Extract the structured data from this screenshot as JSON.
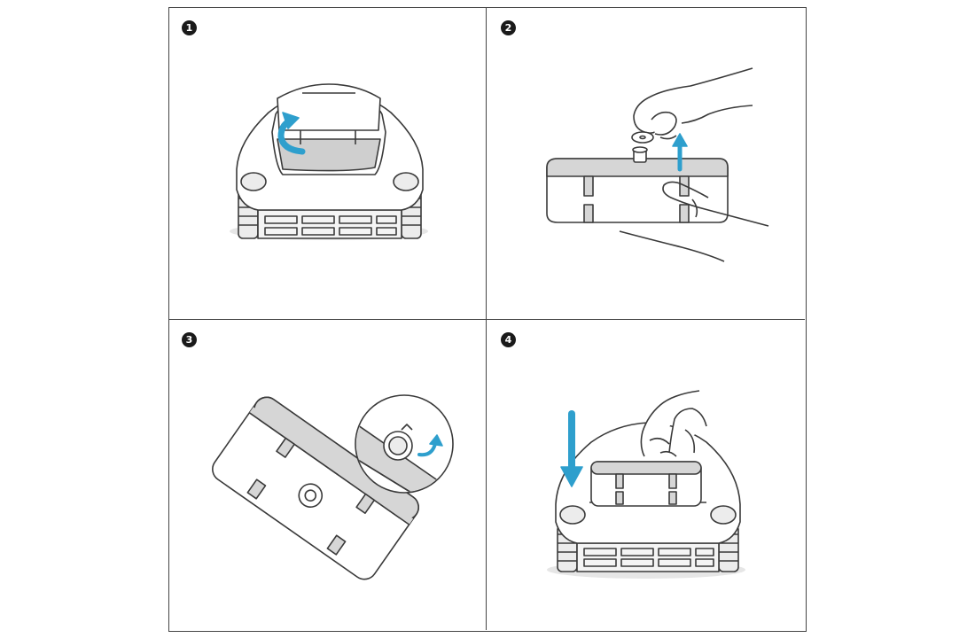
{
  "steps": [
    {
      "number": "1",
      "icon": "robot-lid-open-illustration"
    },
    {
      "number": "2",
      "icon": "filter-remove-illustration"
    },
    {
      "number": "3",
      "icon": "filter-knob-rotate-illustration"
    },
    {
      "number": "4",
      "icon": "filter-insert-illustration"
    }
  ],
  "colors": {
    "accent": "#2e9fcd",
    "line": "#3a3a3a",
    "fill_gray": "#d4d4d4",
    "shadow": "#e6e6e6"
  }
}
